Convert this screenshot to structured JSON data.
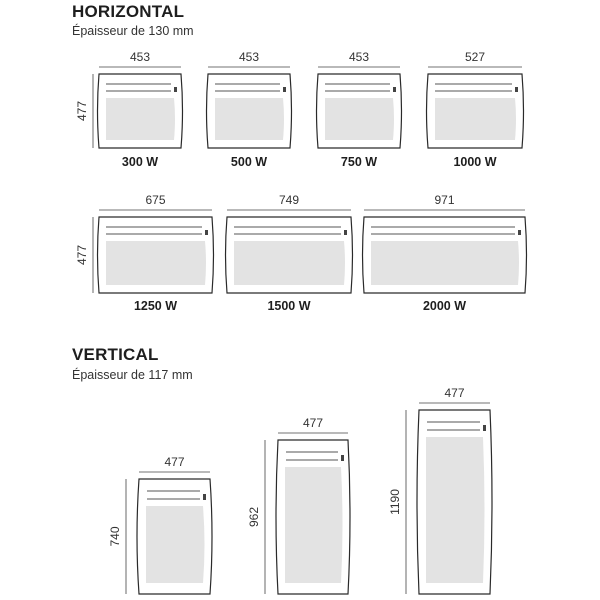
{
  "horizontal": {
    "title": "HORIZONTAL",
    "subtitle": "Épaisseur de 130 mm",
    "height_label": "477",
    "row1": [
      {
        "width": "453",
        "power": "300 W"
      },
      {
        "width": "453",
        "power": "500 W"
      },
      {
        "width": "453",
        "power": "750 W"
      },
      {
        "width": "527",
        "power": "1000 W"
      }
    ],
    "row2": [
      {
        "width": "675",
        "power": "1250 W"
      },
      {
        "width": "749",
        "power": "1500 W"
      },
      {
        "width": "971",
        "power": "2000 W"
      }
    ]
  },
  "vertical": {
    "title": "VERTICAL",
    "subtitle": "Épaisseur de 117 mm",
    "items": [
      {
        "width": "477",
        "height": "740"
      },
      {
        "width": "477",
        "height": "962"
      },
      {
        "width": "477",
        "height": "1190"
      }
    ]
  }
}
